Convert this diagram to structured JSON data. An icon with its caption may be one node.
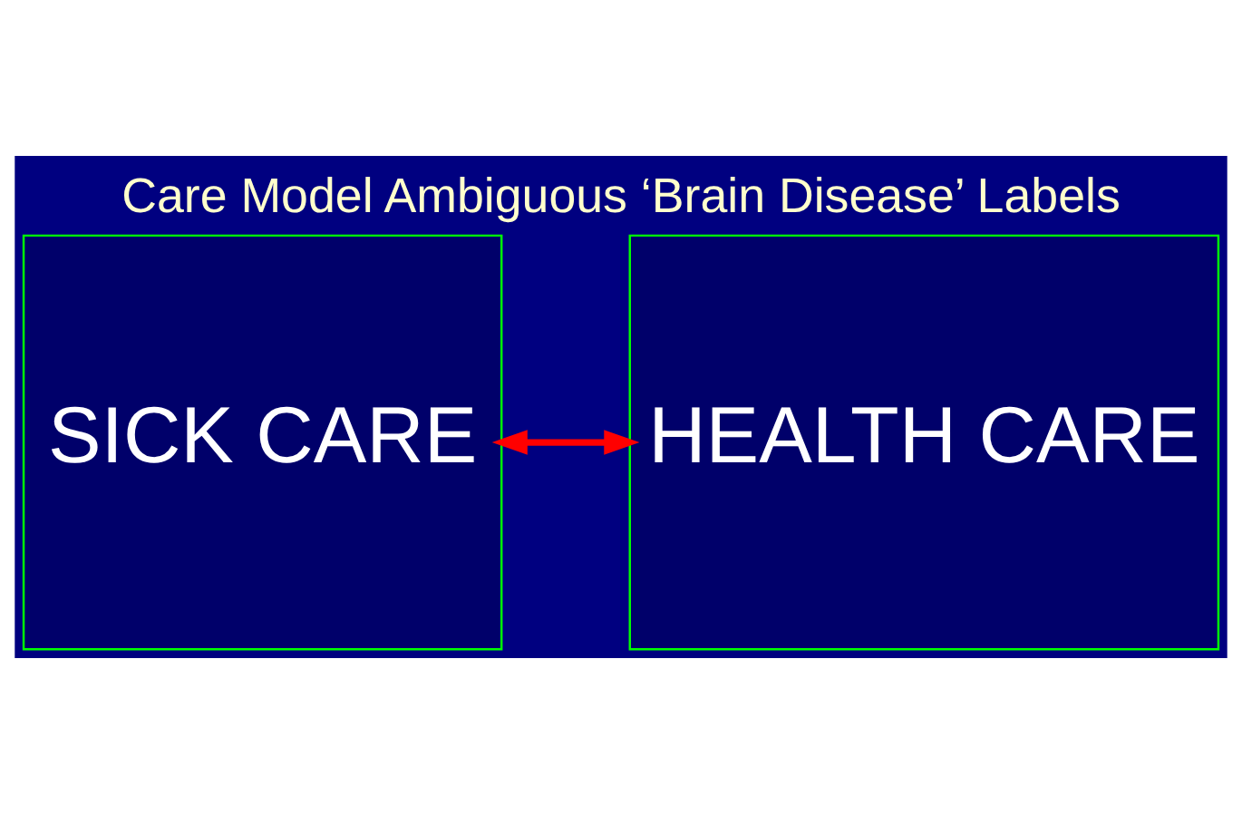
{
  "diagram": {
    "title": "Care Model Ambiguous ‘Brain Disease’ Labels",
    "nodes": [
      {
        "text": [
          "SICK CARE"
        ]
      },
      {
        "text": [
          "HEALTH CARE"
        ]
      }
    ],
    "edges": [
      {
        "from": 0,
        "to": 1,
        "arrow": "both",
        "color": "#ff0000"
      }
    ]
  }
}
